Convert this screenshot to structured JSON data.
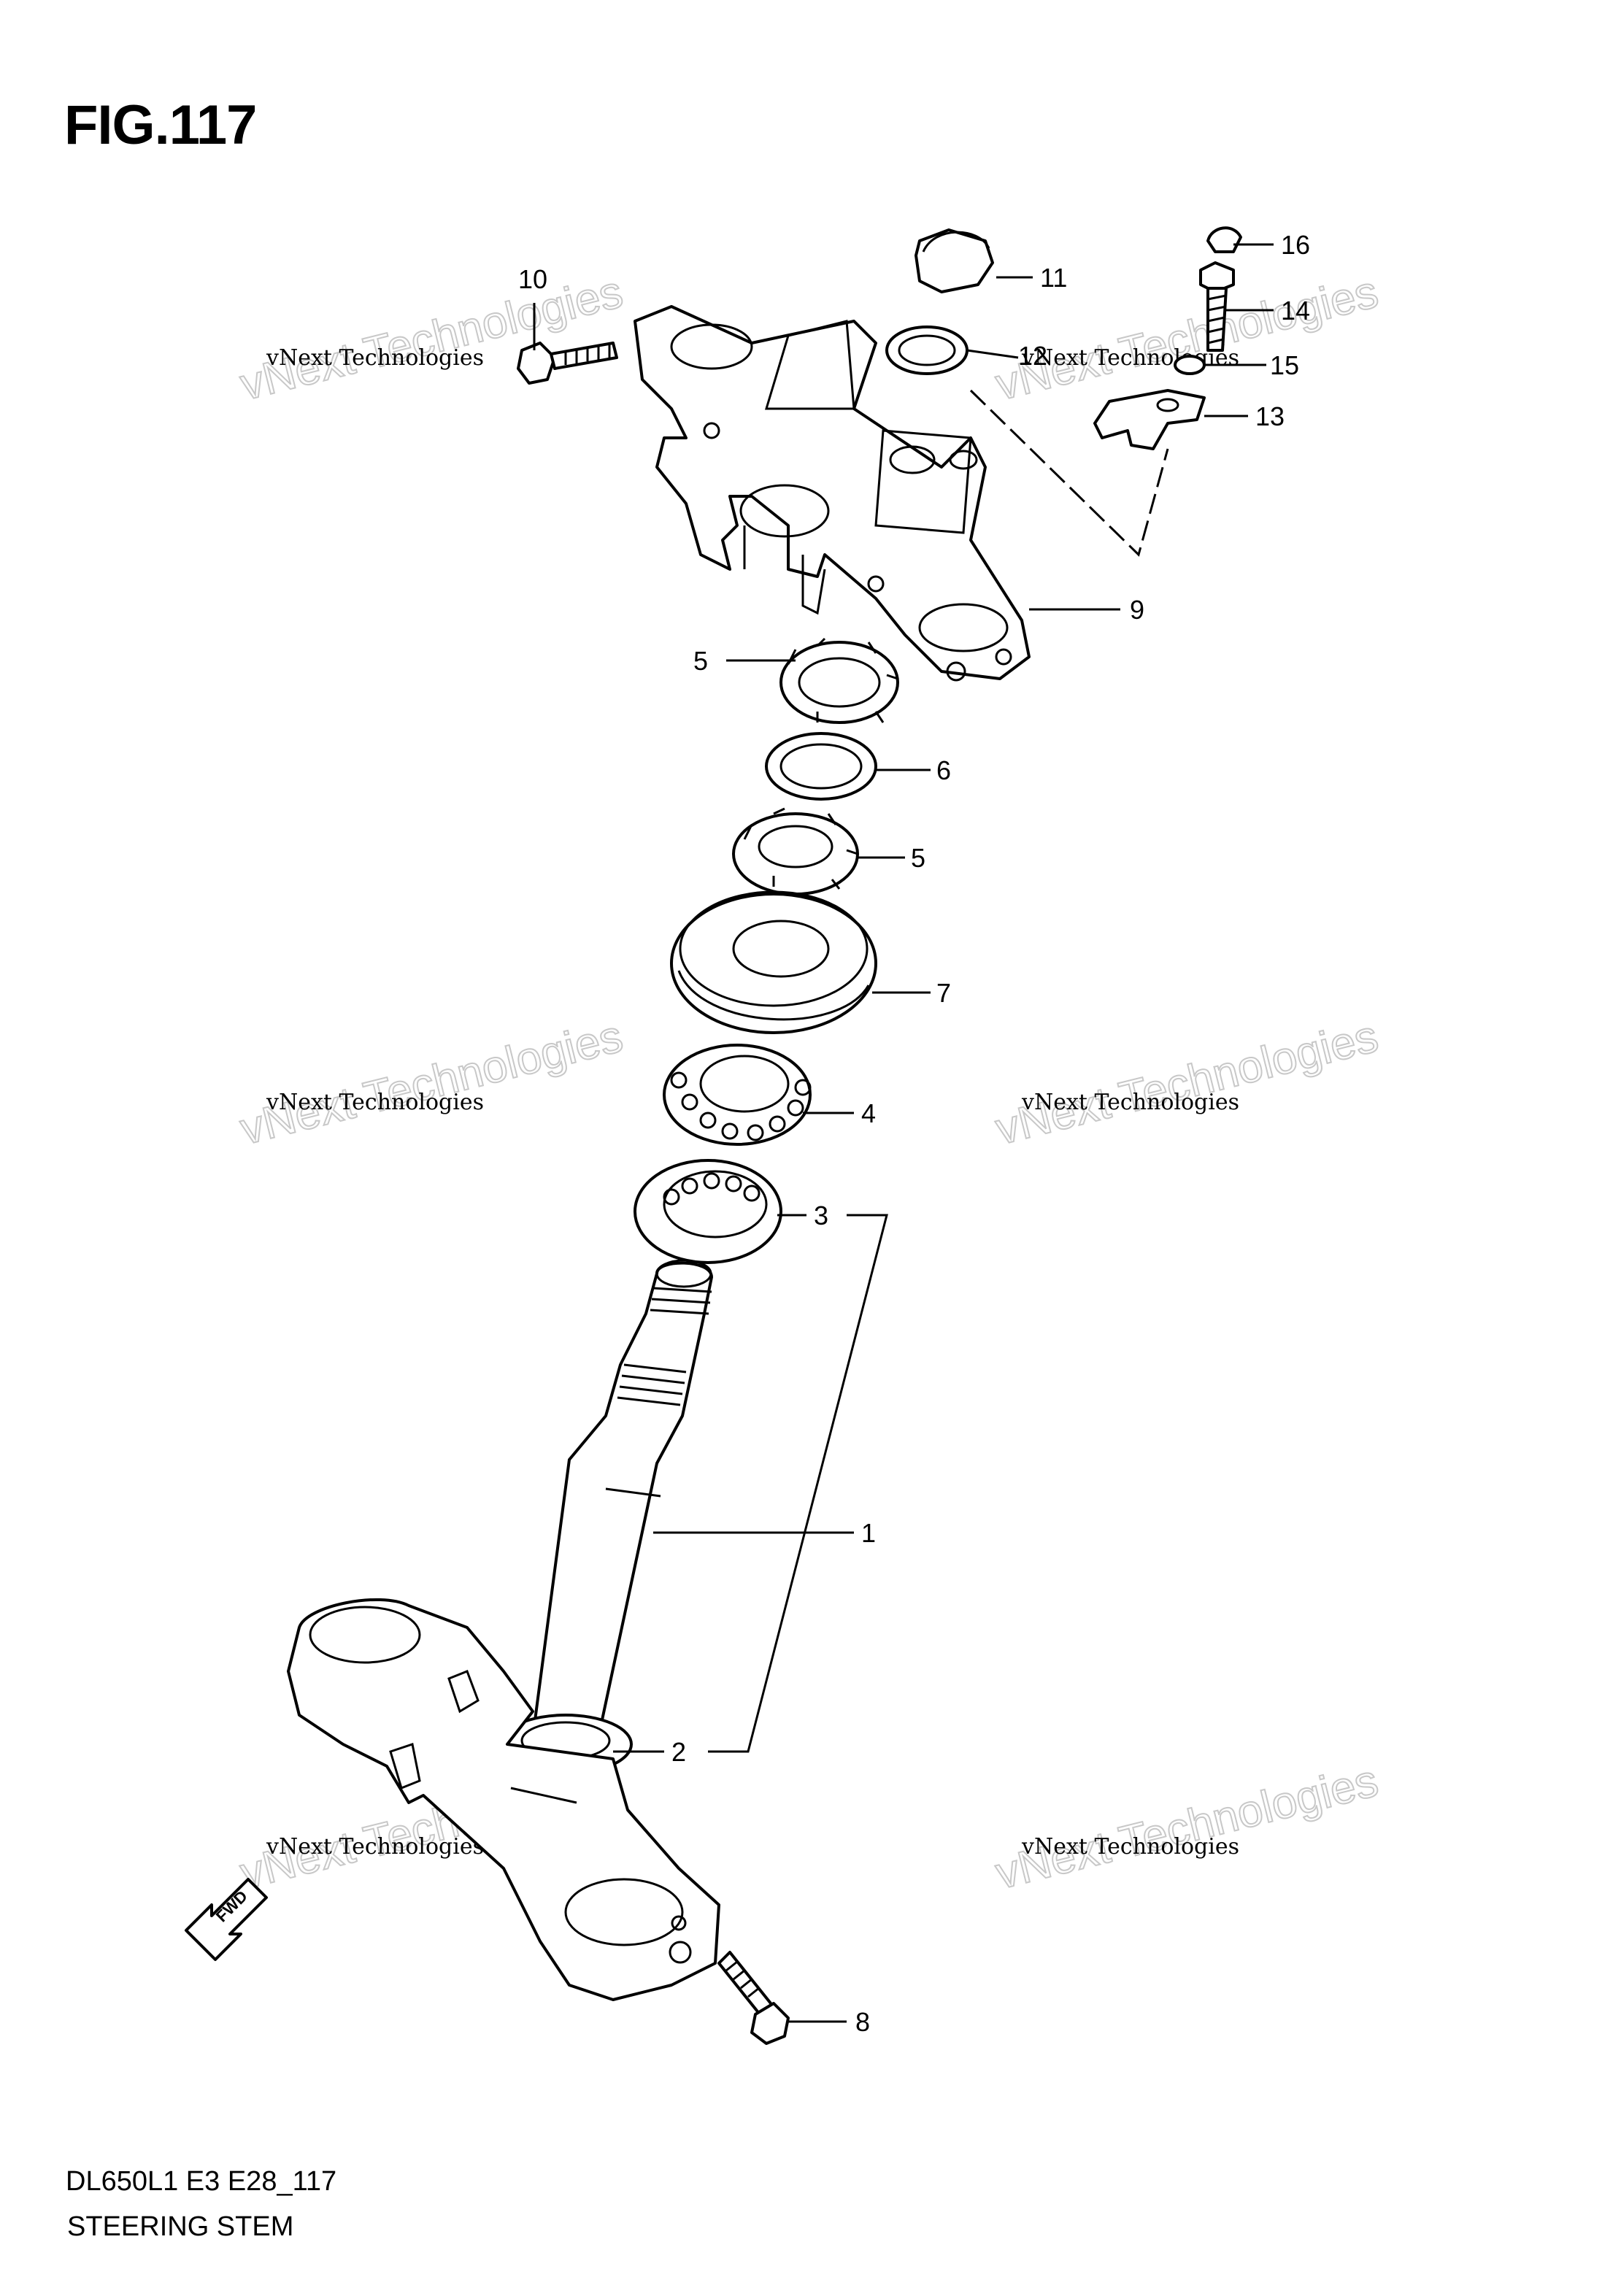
{
  "figure": {
    "title": "FIG.117",
    "model_code": "DL650L1 E3 E28_117",
    "caption": "STEERING STEM"
  },
  "fwd_arrow": {
    "label": "FWD"
  },
  "callouts": [
    "10",
    "11",
    "16",
    "14",
    "12",
    "15",
    "13",
    "9",
    "5",
    "6",
    "5",
    "7",
    "4",
    "3",
    "1",
    "2",
    "8"
  ],
  "watermarks": [
    {
      "line1": "vNext Technologies",
      "line2": "vNext Technologies"
    },
    {
      "line1": "vNext Technologies",
      "line2": "vNext Technologies"
    },
    {
      "line1": "vNext Technologies",
      "line2": "vNext Technologies"
    },
    {
      "line1": "vNext Technologies",
      "line2": "vNext Technologies"
    },
    {
      "line1": "vNext Technologies",
      "line2": "vNext Technologies"
    },
    {
      "line1": "vNext Technologies",
      "line2": "vNext Technologies"
    }
  ]
}
